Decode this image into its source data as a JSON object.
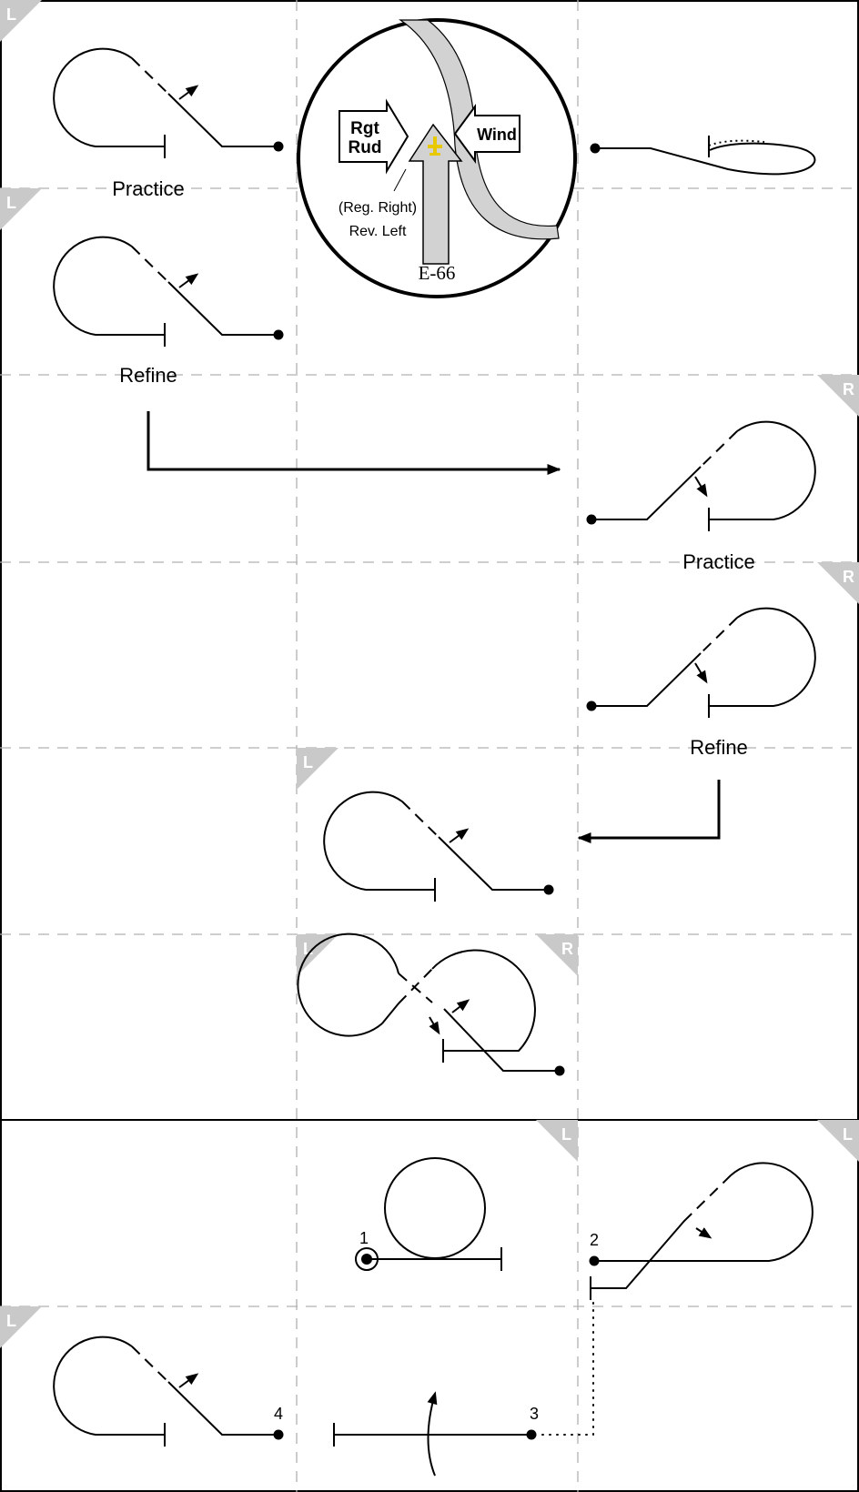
{
  "labels": {
    "practice_left": "Practice",
    "refine_left": "Refine",
    "practice_right": "Practice",
    "refine_right": "Refine"
  },
  "corner_tags": {
    "left": "L",
    "right": "R"
  },
  "inset": {
    "rudder_line1": "Rgt",
    "rudder_line2": "Rud",
    "wind": "Wind",
    "caption_line1": "(Reg. Right)",
    "caption_line2": "Rev. Left",
    "code": "E-66"
  },
  "steps": {
    "s1": "1",
    "s2": "2",
    "s3": "3",
    "s4": "4"
  },
  "colors": {
    "line": "#000000",
    "grid": "#b0b0b0",
    "tag": "#c9c9c9",
    "ribbon": "#d2d2d2",
    "plane": "#e8c800"
  }
}
